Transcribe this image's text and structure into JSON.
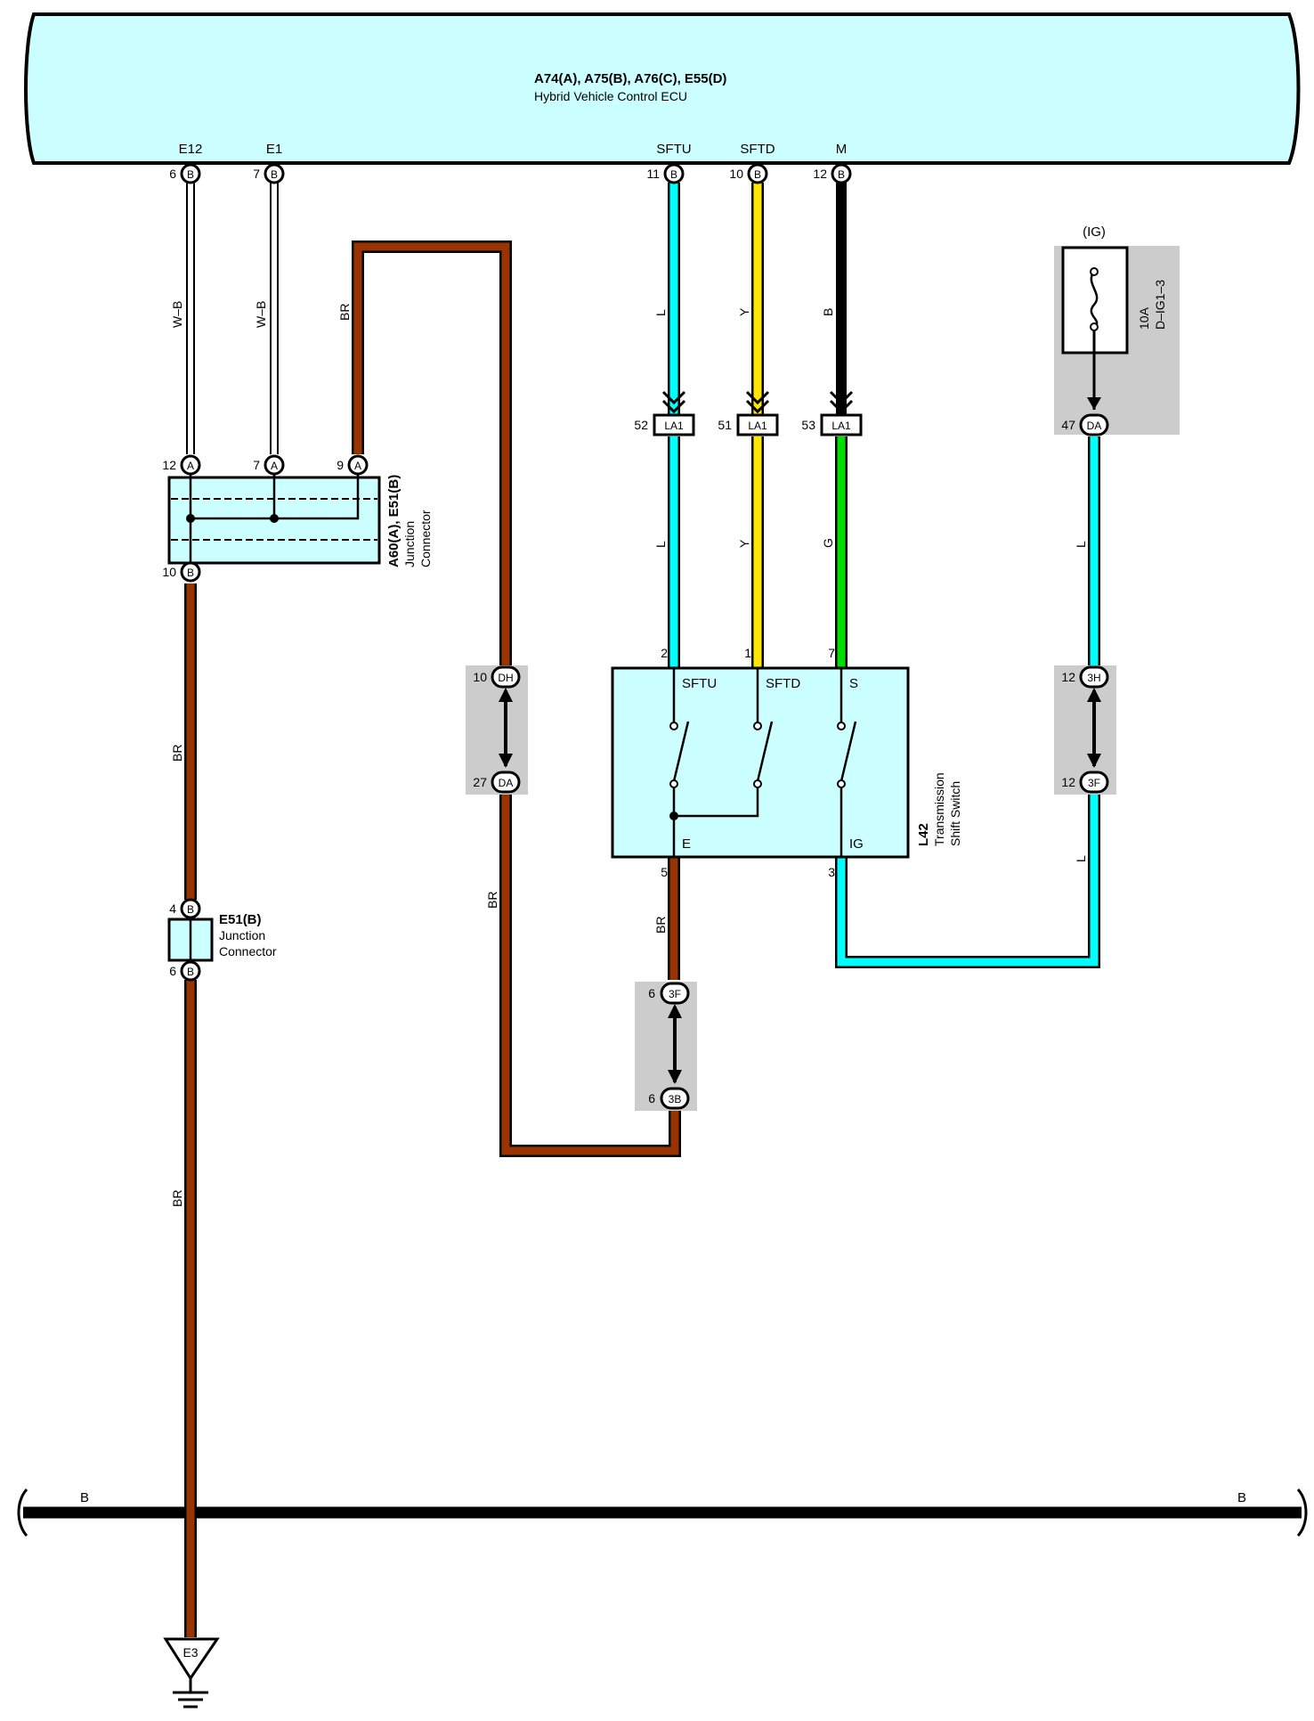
{
  "ecu": {
    "connectors": "A74(A), A75(B), A76(C), E55(D)",
    "name": "Hybrid Vehicle Control ECU",
    "fill": "#ccffff",
    "terminals": [
      {
        "name": "E12",
        "pin": "6",
        "conn": "B"
      },
      {
        "name": "E1",
        "pin": "7",
        "conn": "B"
      },
      {
        "name": "SFTU",
        "pin": "11",
        "conn": "B"
      },
      {
        "name": "SFTD",
        "pin": "10",
        "conn": "B"
      },
      {
        "name": "M",
        "pin": "12",
        "conn": "B"
      }
    ]
  },
  "wires": {
    "wb1": "W–B",
    "wb2": "W–B",
    "br_top": "BR",
    "l_top": "L",
    "y_top": "Y",
    "b_top": "B",
    "l_mid": "L",
    "y_mid": "Y",
    "g_mid": "G",
    "l_fuse": "L",
    "br_left": "BR",
    "br_mid": "BR",
    "br_sw": "BR",
    "l_right": "L",
    "br_low": "BR",
    "bus_left": "B",
    "bus_right": "B"
  },
  "colors": {
    "brown": "#993300",
    "cyan": "#00ffff",
    "yellow": "#ffe600",
    "green": "#00dd00",
    "black": "#000000",
    "gray": "#cccccc",
    "lightcyan": "#ccffff"
  },
  "junction_a60": {
    "label": "A60(A), E51(B)",
    "desc1": "Junction",
    "desc2": "Connector",
    "pins": [
      {
        "pin": "12",
        "conn": "A"
      },
      {
        "pin": "7",
        "conn": "A"
      },
      {
        "pin": "9",
        "conn": "A"
      },
      {
        "pin": "10",
        "conn": "B"
      }
    ]
  },
  "junction_e51": {
    "label": "E51(B)",
    "desc1": "Junction",
    "desc2": "Connector",
    "pins": [
      {
        "pin": "4",
        "conn": "B"
      },
      {
        "pin": "6",
        "conn": "B"
      }
    ]
  },
  "la1": [
    {
      "pin": "52",
      "label": "LA1"
    },
    {
      "pin": "51",
      "label": "LA1"
    },
    {
      "pin": "53",
      "label": "LA1"
    }
  ],
  "fuse": {
    "group": "(IG)",
    "rating": "10A",
    "name": "D–IG1–3",
    "pin": "47",
    "conn": "DA"
  },
  "inline_dh": {
    "top_pin": "10",
    "top_conn": "DH",
    "bot_pin": "27",
    "bot_conn": "DA"
  },
  "inline_3h": {
    "top_pin": "12",
    "top_conn": "3H",
    "bot_pin": "12",
    "bot_conn": "3F"
  },
  "inline_3f": {
    "top_pin": "6",
    "top_conn": "3F",
    "bot_pin": "6",
    "bot_conn": "3B"
  },
  "switch": {
    "code": "L42",
    "name1": "Transmission",
    "name2": "Shift Switch",
    "t_sftu": "SFTU",
    "t_sftd": "SFTD",
    "t_s": "S",
    "t_e": "E",
    "t_ig": "IG",
    "p2": "2",
    "p1": "1",
    "p7": "7",
    "p5": "5",
    "p3": "3"
  },
  "ground": {
    "label": "E3"
  }
}
